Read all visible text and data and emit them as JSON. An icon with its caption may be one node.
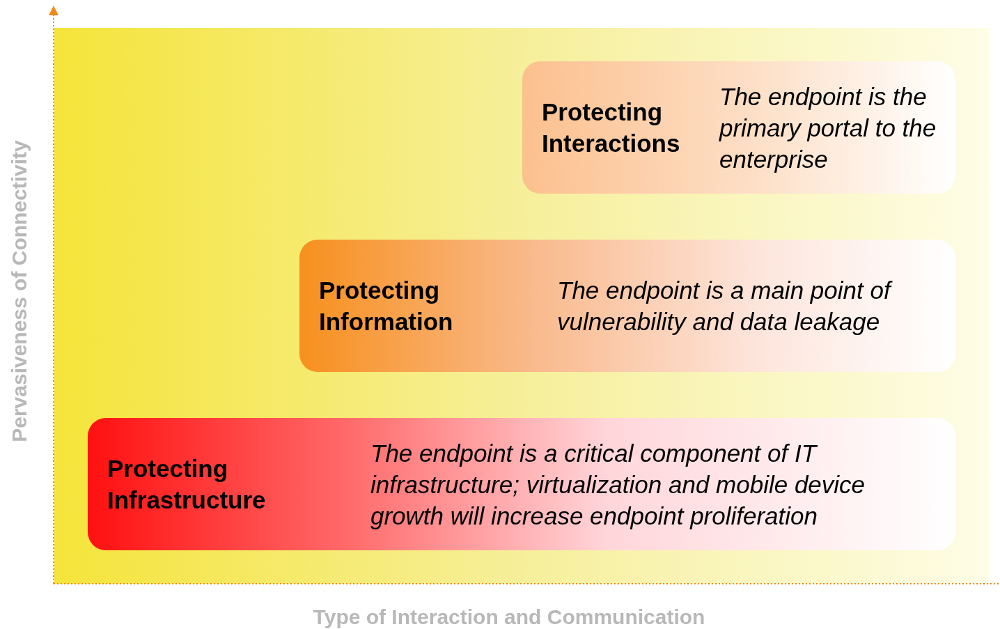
{
  "diagram": {
    "nodes": [
      {
        "text": [
          "Protecting Interactions",
          "The endpoint is the primary portal to the enterprise"
        ]
      },
      {
        "text": [
          "Protecting Information",
          "The endpoint is a main point of vulnerability and data leakage"
        ]
      },
      {
        "text": [
          "Protecting Infrastructure",
          "The endpoint is a critical component of IT infrastructure; virtualization and mobile device growth will increase endpoint proliferation"
        ]
      }
    ],
    "labels": [
      "Pervasiveness of Connectivity",
      "Type of Interaction and Communication"
    ]
  }
}
